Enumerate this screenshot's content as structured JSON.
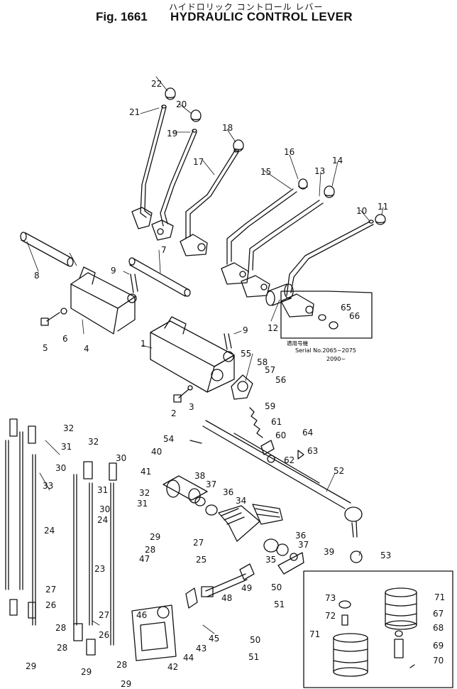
{
  "header": {
    "japanese_title": "ハイドロリック コントロール レバー",
    "figure_number": "Fig. 1661",
    "title": "HYDRAULIC CONTROL LEVER"
  },
  "serial_note": {
    "japanese": "適用号機",
    "line1": "Serial No.2065~2075",
    "line2": "2090~"
  },
  "labels": {
    "l1": "1",
    "l2": "2",
    "l3": "3",
    "l4": "4",
    "l5": "5",
    "l6": "6",
    "l7": "7",
    "l8": "8",
    "l9a": "9",
    "l9b": "9",
    "l10": "10",
    "l11": "11",
    "l12": "12",
    "l13": "13",
    "l14": "14",
    "l15": "15",
    "l16": "16",
    "l17": "17",
    "l18": "18",
    "l19": "19",
    "l20": "20",
    "l21": "21",
    "l22": "22",
    "l23": "23",
    "l24a": "24",
    "l24b": "24",
    "l25": "25",
    "l26a": "26",
    "l26b": "26",
    "l27a": "27",
    "l27b": "27",
    "l27c": "27",
    "l28a": "28",
    "l28b": "28",
    "l28c": "28",
    "l29a": "29",
    "l29b": "29",
    "l29c": "29",
    "l29d": "29",
    "l30a": "30",
    "l30b": "30",
    "l30c": "30",
    "l31a": "31",
    "l31b": "31",
    "l31c": "31",
    "l32a": "32",
    "l32b": "32",
    "l32c": "32",
    "l33": "33",
    "l34": "34",
    "l35": "35",
    "l36a": "36",
    "l36b": "36",
    "l37a": "37",
    "l37b": "37",
    "l38": "38",
    "l39": "39",
    "l40": "40",
    "l41": "41",
    "l42": "42",
    "l43": "43",
    "l44": "44",
    "l45": "45",
    "l46": "46",
    "l47": "47",
    "l48": "48",
    "l49": "49",
    "l50a": "50",
    "l50b": "50",
    "l51a": "51",
    "l51b": "51",
    "l52": "52",
    "l53": "53",
    "l54": "54",
    "l55": "55",
    "l56": "56",
    "l57": "57",
    "l58": "58",
    "l59": "59",
    "l60": "60",
    "l61": "61",
    "l62": "62",
    "l63": "63",
    "l64": "64",
    "l65": "65",
    "l66": "66",
    "l67": "67",
    "l68": "68",
    "l69": "69",
    "l70": "70",
    "l71a": "71",
    "l71b": "71",
    "l72": "72",
    "l73": "73"
  }
}
